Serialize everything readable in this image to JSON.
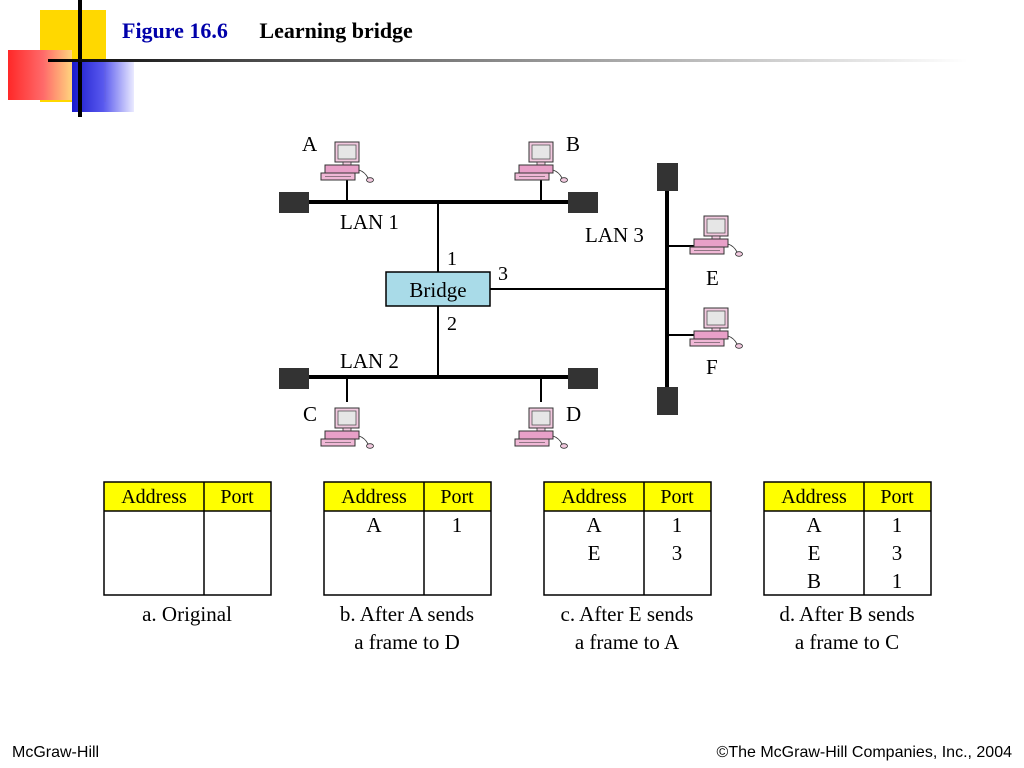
{
  "title": {
    "figure": "Figure 16.6",
    "name": "Learning bridge"
  },
  "network": {
    "stations": {
      "A": "A",
      "B": "B",
      "C": "C",
      "D": "D",
      "E": "E",
      "F": "F"
    },
    "lans": {
      "lan1": "LAN 1",
      "lan2": "LAN 2",
      "lan3": "LAN 3"
    },
    "bridge": "Bridge",
    "ports": {
      "p1": "1",
      "p2": "2",
      "p3": "3"
    }
  },
  "tables": [
    {
      "header": {
        "address": "Address",
        "port": "Port"
      },
      "rows": [],
      "caption": [
        "a. Original"
      ]
    },
    {
      "header": {
        "address": "Address",
        "port": "Port"
      },
      "rows": [
        {
          "address": "A",
          "port": "1"
        }
      ],
      "caption": [
        "b. After A sends",
        "a frame to D"
      ]
    },
    {
      "header": {
        "address": "Address",
        "port": "Port"
      },
      "rows": [
        {
          "address": "A",
          "port": "1"
        },
        {
          "address": "E",
          "port": "3"
        }
      ],
      "caption": [
        "c. After E sends",
        "a frame to A"
      ]
    },
    {
      "header": {
        "address": "Address",
        "port": "Port"
      },
      "rows": [
        {
          "address": "A",
          "port": "1"
        },
        {
          "address": "E",
          "port": "3"
        },
        {
          "address": "B",
          "port": "1"
        }
      ],
      "caption": [
        "d. After B sends",
        "a frame to C"
      ]
    }
  ],
  "footer": {
    "left": "McGraw-Hill",
    "right": "©The McGraw-Hill Companies, Inc., 2004"
  },
  "colors": {
    "bridge_fill": "#a9dbe8",
    "table_header": "#ffff00",
    "title_blue": "#0000aa",
    "computer": "#e8a0c8"
  }
}
